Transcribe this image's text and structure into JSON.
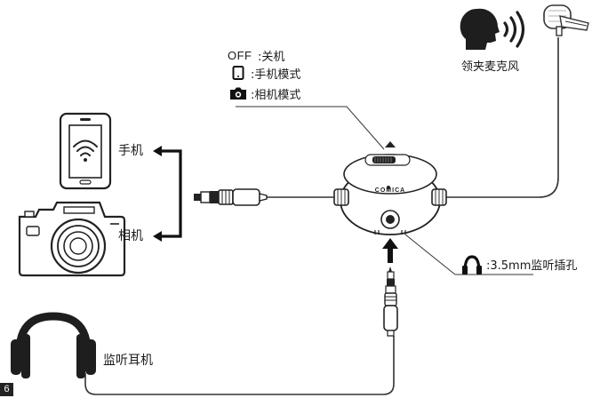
{
  "legend": {
    "off_label": "OFF",
    "off_desc": ":关机",
    "phone_mode_desc": ":手机模式",
    "camera_mode_desc": ":相机模式"
  },
  "labels": {
    "lavalier_mic": "领夹麦克风",
    "phone": "手机",
    "camera": "相机",
    "headphone_jack": ":3.5mm监听插孔",
    "monitor_headphones": "监听耳机"
  },
  "device": {
    "brand": "COMICA"
  },
  "page_number": "6",
  "colors": {
    "line": "#333333",
    "device_body": "#ffffff",
    "device_dark": "#1f1f1f",
    "headphone": "#1e1e1e"
  }
}
